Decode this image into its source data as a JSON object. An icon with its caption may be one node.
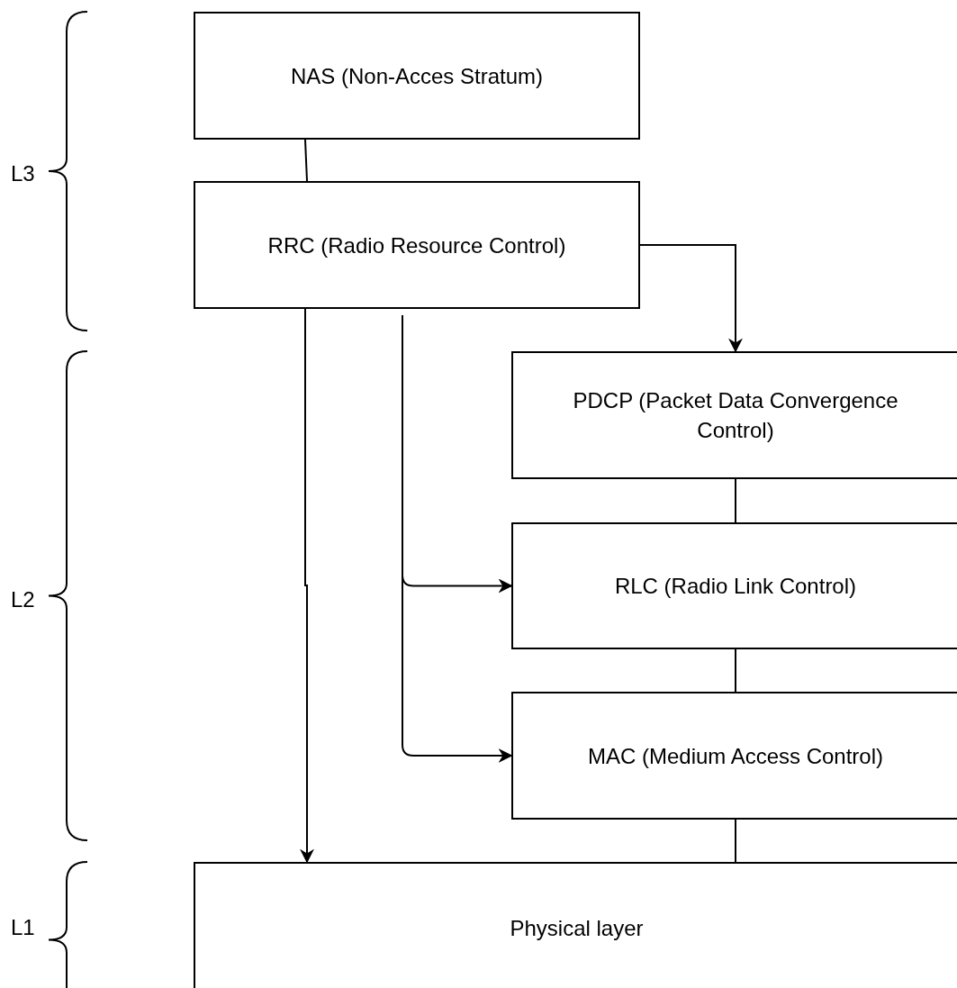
{
  "diagram": {
    "nodes": [
      {
        "text": [
          "NAS (Non-Acces Stratum)"
        ]
      },
      {
        "text": [
          "RRC (Radio Resource Control)"
        ]
      },
      {
        "text": [
          "PDCP (Packet Data Convergence Control)"
        ]
      },
      {
        "text": [
          "RLC (Radio Link Control)"
        ]
      },
      {
        "text": [
          "MAC (Medium Access Control)"
        ]
      },
      {
        "text": [
          "Physical layer"
        ]
      }
    ],
    "edges": [
      {
        "from": 0,
        "to": 1,
        "arrow": "none"
      },
      {
        "from": 1,
        "to": 2,
        "arrow": "to"
      },
      {
        "from": 1,
        "to": 5,
        "arrow": "to"
      },
      {
        "from": 1,
        "to": 3,
        "arrow": "to"
      },
      {
        "from": 1,
        "to": 4,
        "arrow": "to"
      },
      {
        "from": 2,
        "to": 3,
        "arrow": "none"
      },
      {
        "from": 3,
        "to": 4,
        "arrow": "none"
      },
      {
        "from": 4,
        "to": 5,
        "arrow": "none"
      }
    ],
    "labels": [
      "L3",
      "L2",
      "L1"
    ]
  }
}
